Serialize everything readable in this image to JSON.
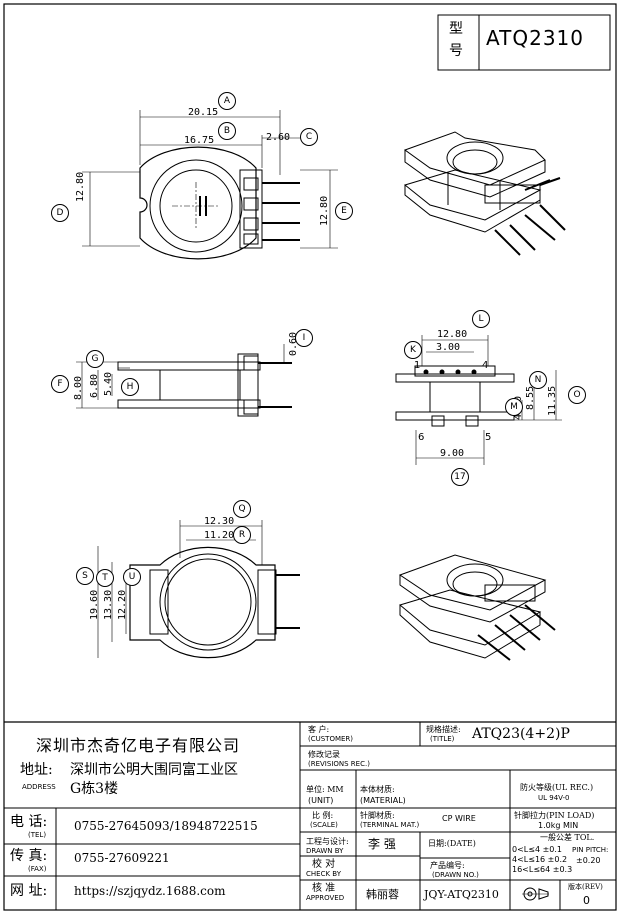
{
  "model": {
    "label_top": "型",
    "label_bottom": "号",
    "value": "ATQ2310"
  },
  "top_view": {
    "dims": {
      "width": "20.15",
      "inner": "16.75",
      "pin_offset": "2.60",
      "height_left": "12.80",
      "height_right": "12.80"
    },
    "callouts": [
      "A",
      "B",
      "C",
      "D",
      "E"
    ]
  },
  "side_view": {
    "dims": {
      "pin_dia": "0.60",
      "total": "8.00",
      "mid": "6.80",
      "inner": "5.40"
    },
    "callouts": [
      "F",
      "G",
      "H",
      "I"
    ]
  },
  "pin_view": {
    "dims": {
      "row_width": "12.80",
      "pin_pitch": "3.00",
      "half_height": "8.55",
      "total_height": "11.35",
      "lower": "4.30",
      "bottom_span": "9.00"
    },
    "pin_labels": [
      "1",
      "4",
      "6",
      "5"
    ],
    "callouts": [
      "K",
      "L",
      "M",
      "N",
      "O",
      "17"
    ]
  },
  "bottom_view": {
    "dims": {
      "outer": "12.30",
      "inner": "11.20",
      "h1": "19.60",
      "h2": "13.30",
      "h3": "12.20"
    },
    "callouts": [
      "Q",
      "R",
      "S",
      "T",
      "U"
    ]
  },
  "company": {
    "name": "深圳市杰奇亿电子有限公司",
    "address_label": "地址:",
    "address_label_en": "ADDRESS",
    "address_line1": "深圳市公明大围同富工业区",
    "address_line2": "G栋3楼",
    "tel_label": "电 话:",
    "tel_label_en": "(TEL)",
    "tel": "0755-27645093/18948722515",
    "fax_label": "传 真:",
    "fax_label_en": "(FAX)",
    "fax": "0755-27609221",
    "web_label": "网 址:",
    "web": "https://szjqydz.1688.com"
  },
  "title_block": {
    "customer_cn": "客 户:",
    "customer_en": "(CUSTOMER)",
    "spec_cn": "规格描述:",
    "spec_en": "(TITLE)",
    "spec_value": "ATQ23(4+2)P",
    "rev_cn": "修改记录",
    "rev_en": "(REVISIONS REC.)",
    "unit_cn": "单位: MM",
    "unit_en": "(UNIT)",
    "material_cn": "本体材质:",
    "material_en": "(MATERIAL)",
    "flame_cn": "防火等级(UL REC.)",
    "flame_value": "UL 94V-0",
    "scale_cn": "比 例:",
    "scale_en": "(SCALE)",
    "terminal_cn": "针脚材质:",
    "terminal_en": "(TERMINAL MAT.)",
    "terminal_value": "CP WIRE",
    "pin_load_cn": "针脚拉力(PIN LOAD)",
    "pin_load_value": "1.0kg MIN",
    "drawn_cn": "工程与设计:",
    "drawn_en": "DRAWN BY",
    "drawn_value": "李 强",
    "date_cn": "日期:(DATE)",
    "tol_title": "一般公差 TOL.",
    "tol_rows": [
      "0<L≤4  ±0.1",
      "4<L≤16 ±0.2",
      "16<L≤64 ±0.3"
    ],
    "pin_pitch_label": "PIN PITCH:",
    "pin_pitch_value": "±0.20",
    "check_cn": "校 对",
    "check_en": "CHECK BY",
    "partno_cn": "产品编号:",
    "partno_en": "(DRAWN NO.)",
    "partno_value": "JQY-ATQ2310",
    "approve_cn": "核 准",
    "approve_en": "APPROVED",
    "approve_value": "韩丽蓉",
    "rev_label_cn": "版本(REV)",
    "rev_value": "0"
  }
}
